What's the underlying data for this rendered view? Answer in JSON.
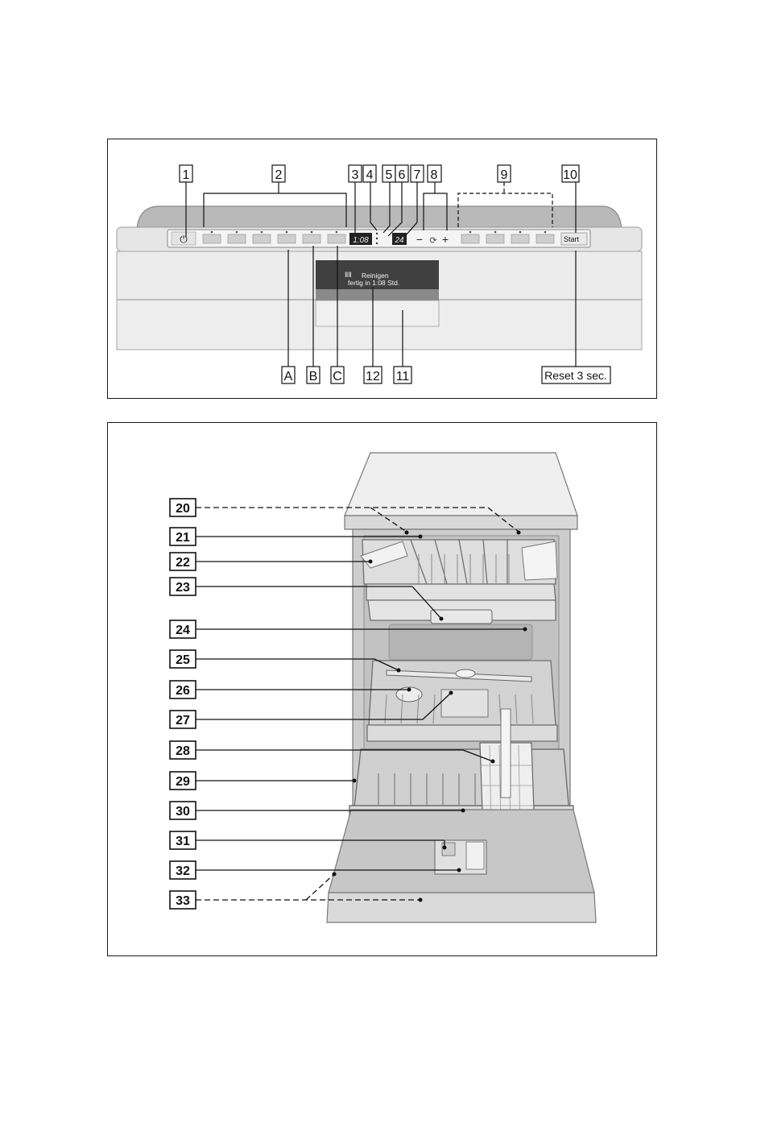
{
  "panel": {
    "callouts": {
      "c1": "1",
      "c2": "2",
      "c3": "3",
      "c4": "4",
      "c5": "5",
      "c6": "6",
      "c7": "7",
      "c8": "8",
      "c9": "9",
      "c10": "10",
      "c11": "11",
      "c12": "12",
      "cA": "A",
      "cB": "B",
      "cC": "C",
      "reset": "Reset 3 sec."
    },
    "power_symbol": "⏻",
    "start_label": "Start",
    "display_time": "1:08",
    "display_small": "24",
    "door_display_line1": "Reinigen",
    "door_display_line2": "fertig in 1:08 Std.",
    "minus_label": "−",
    "plus_label": "+"
  },
  "interior": {
    "callouts": {
      "c20": "20",
      "c21": "21",
      "c22": "22",
      "c23": "23",
      "c24": "24",
      "c25": "25",
      "c26": "26",
      "c27": "27",
      "c28": "28",
      "c29": "29",
      "c30": "30",
      "c31": "31",
      "c32": "32",
      "c33": "33"
    }
  }
}
